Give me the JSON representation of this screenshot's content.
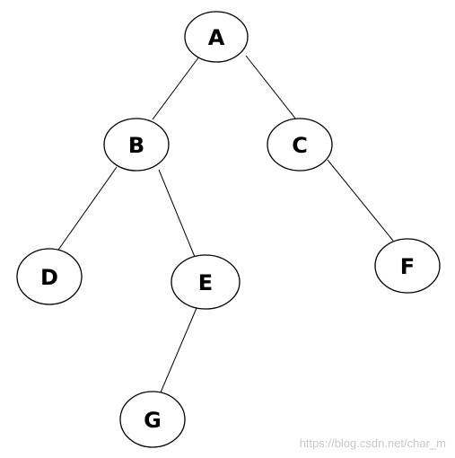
{
  "diagram": {
    "type": "binary-tree",
    "nodes": [
      {
        "id": "A",
        "label": "A"
      },
      {
        "id": "B",
        "label": "B"
      },
      {
        "id": "C",
        "label": "C"
      },
      {
        "id": "D",
        "label": "D"
      },
      {
        "id": "E",
        "label": "E"
      },
      {
        "id": "F",
        "label": "F"
      },
      {
        "id": "G",
        "label": "G"
      }
    ],
    "edges": [
      {
        "from": "A",
        "to": "B"
      },
      {
        "from": "A",
        "to": "C"
      },
      {
        "from": "B",
        "to": "D"
      },
      {
        "from": "B",
        "to": "E"
      },
      {
        "from": "C",
        "to": "F"
      },
      {
        "from": "E",
        "to": "G"
      }
    ],
    "colors": {
      "stroke": "#000000",
      "fill": "#ffffff",
      "text": "#000000"
    }
  },
  "watermark": "https://blog.csdn.net/char_m"
}
